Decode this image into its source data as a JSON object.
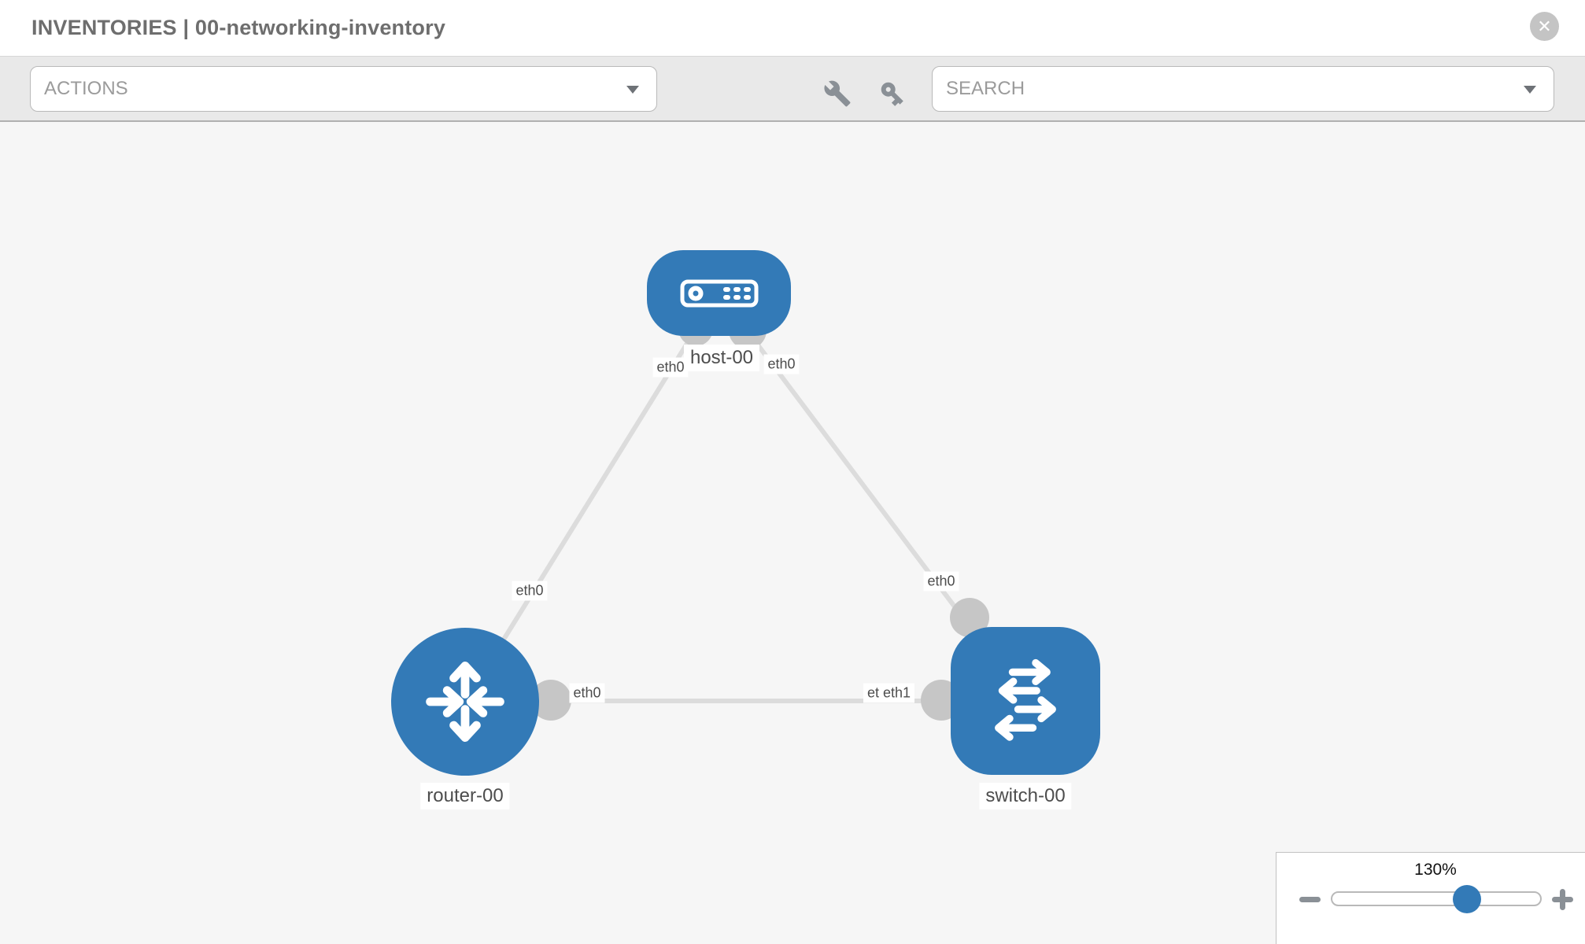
{
  "header": {
    "title": "INVENTORIES | 00-networking-inventory",
    "close_glyph": "✕"
  },
  "toolbar": {
    "actions_label": "ACTIONS",
    "search_label": "SEARCH",
    "icons": [
      "wrench-icon",
      "key-icon"
    ]
  },
  "topology": {
    "nodes": [
      {
        "name": "host-00",
        "type": "host",
        "shape": "rounded-rect"
      },
      {
        "name": "router-00",
        "type": "router",
        "shape": "circle"
      },
      {
        "name": "switch-00",
        "type": "switch",
        "shape": "rounded-square"
      }
    ],
    "links": [
      {
        "from": "host-00",
        "from_interface": "eth0",
        "to": "router-00",
        "to_interface": "eth0"
      },
      {
        "from": "host-00",
        "from_interface": "eth0",
        "to": "switch-00",
        "to_interface": "eth0"
      },
      {
        "from": "router-00",
        "from_interface": "eth0",
        "to": "switch-00",
        "to_interface": "eth1"
      }
    ],
    "labels": {
      "host": "host-00",
      "router": "router-00",
      "switch": "switch-00",
      "host_router_at_host": "eth0",
      "host_router_at_router": "eth0",
      "host_switch_at_host": "eth0",
      "host_switch_at_switch": "eth0",
      "router_switch_at_router": "eth0",
      "router_switch_at_switch": "eth1",
      "router_switch_at_switch_occluded": "eth0"
    }
  },
  "zoom_control": {
    "level": "130%",
    "percent_position": 65
  },
  "colors": {
    "node_blue": "#337ab7",
    "link_gray": "#dcdcdc",
    "port_gray": "#c6c6c6",
    "toolbar_bg": "#e9e9e9",
    "canvas_bg": "#f6f6f6",
    "title_gray": "#6e6e6e",
    "icon_gray": "#8a9096"
  }
}
